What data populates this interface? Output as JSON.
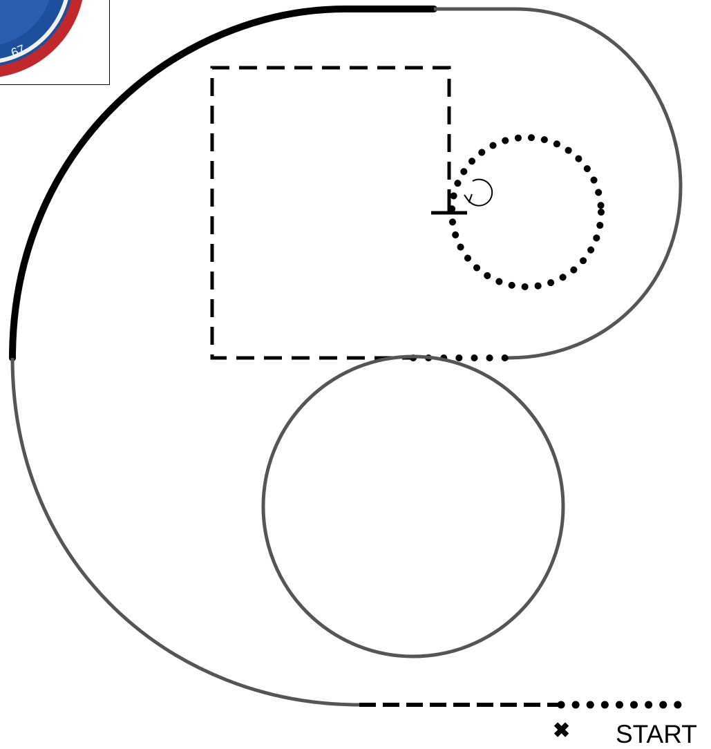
{
  "logo": {
    "icon": "badge-logo",
    "text": "67",
    "colors": {
      "ring": "#c0282d",
      "inner": "#1d4f9c",
      "center": "#ffffff"
    }
  },
  "course": {
    "segments": [
      {
        "name": "outer-arc-top-left",
        "style": "thick-solid"
      },
      {
        "name": "outer-arc-bottom-left",
        "style": "solid"
      },
      {
        "name": "top-right-loop",
        "style": "solid"
      },
      {
        "name": "dashed-square",
        "style": "dashed"
      },
      {
        "name": "dotted-circle",
        "style": "dotted"
      },
      {
        "name": "inner-circle",
        "style": "solid"
      },
      {
        "name": "bottom-dashed-line",
        "style": "dashed"
      },
      {
        "name": "bottom-dotted-line",
        "style": "dotted"
      }
    ],
    "colors": {
      "solid": "#555555",
      "thick": "#000000",
      "dash": "#000000",
      "dot": "#000000"
    }
  },
  "marker": {
    "start_symbol": "✖",
    "start_label": "START"
  }
}
